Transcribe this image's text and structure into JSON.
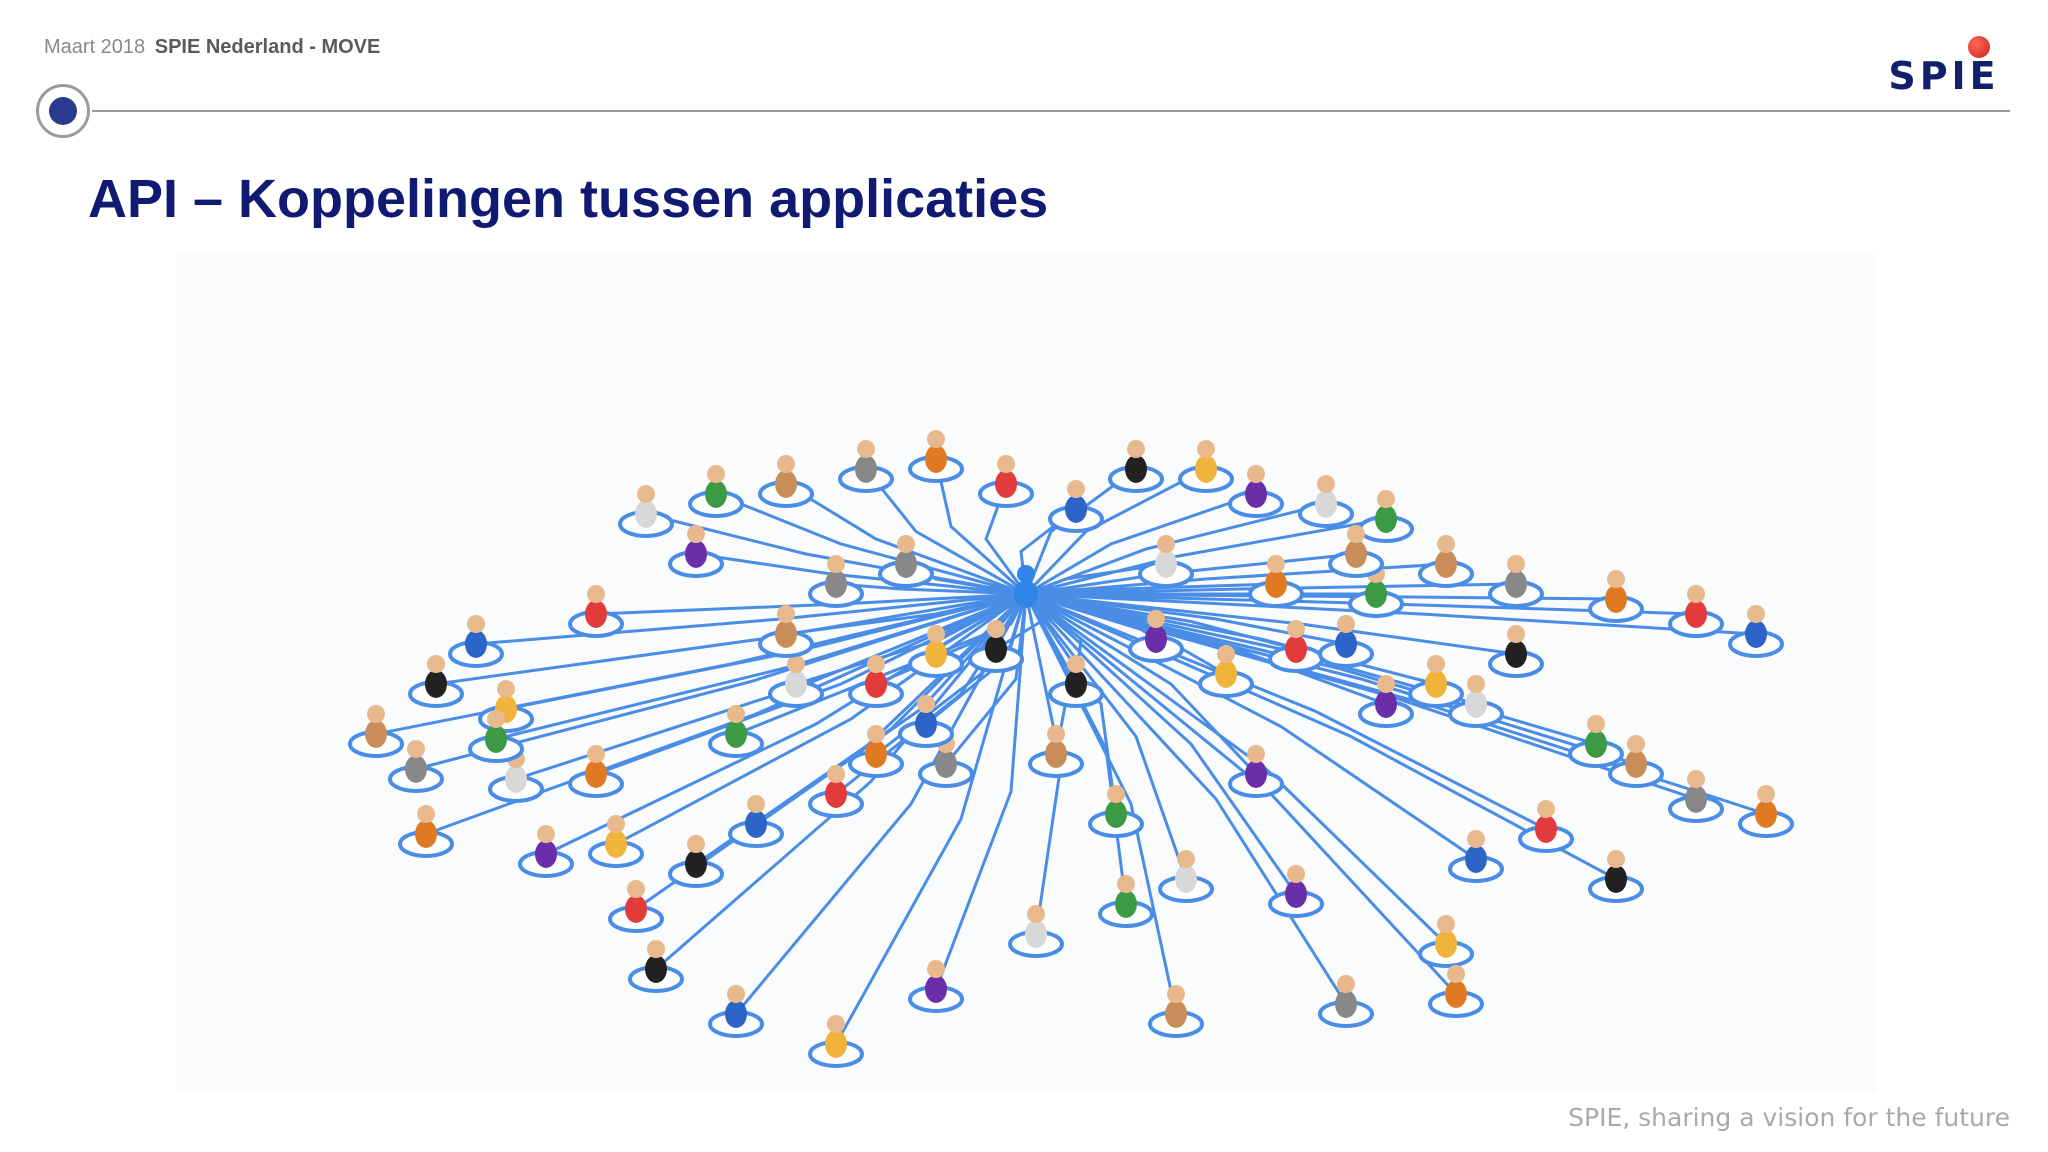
{
  "header": {
    "date": "Maart 2018",
    "company": "SPIE Nederland - MOVE"
  },
  "logo": {
    "text": "SPIE"
  },
  "slide": {
    "title": "API – Koppelingen tussen applicaties"
  },
  "footer": {
    "tagline": "SPIE, sharing a vision for the future"
  },
  "colors": {
    "title": "#101a72",
    "accent_dot": "#2a3a8e",
    "network_line": "#4a8de6",
    "logo_red": "#c81f1f"
  }
}
